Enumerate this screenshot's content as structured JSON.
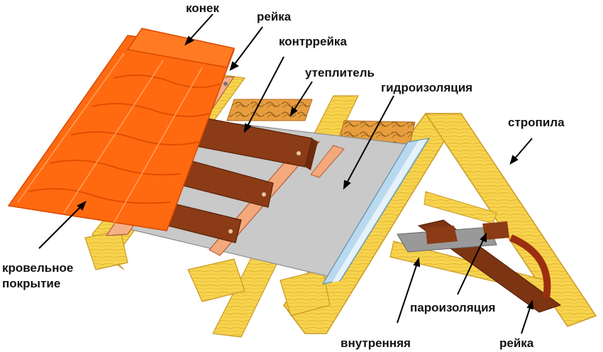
{
  "labels": {
    "konek": "конек",
    "reika_top": "рейка",
    "kontrreika": "контррейка",
    "uteplitel": "утеплитель",
    "gidroizolyatsiya": "гидроизоляция",
    "stropila": "стропила",
    "krovelnoe_line1": "кровельное",
    "krovelnoe_line2": "покрытие",
    "paroizolyatsiya": "пароизоляция",
    "vnutrennyaya": "внутренняя",
    "reika_bottom": "рейка"
  },
  "colors": {
    "tile": "#ff6a10",
    "tile_dark": "#e34d00",
    "wood": "#f7d24a",
    "wood_dark": "#d9a82a",
    "batten": "#8a3a14",
    "membrane": "#c8c8c8",
    "insulation": "#e69a3c",
    "vapor_film": "#b8d8ee"
  }
}
